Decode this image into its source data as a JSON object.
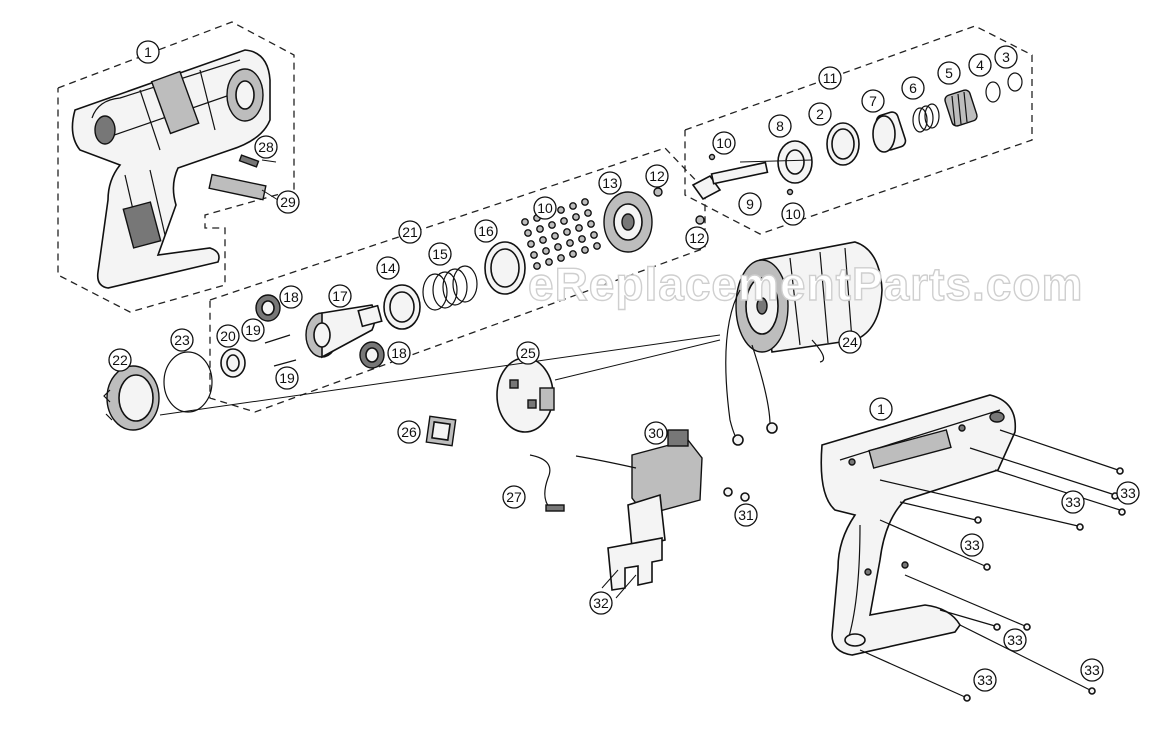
{
  "watermark": "eReplacementParts.com",
  "callouts": {
    "c1a": "1",
    "c1b": "1",
    "c2": "2",
    "c3": "3",
    "c4": "4",
    "c5": "5",
    "c6": "6",
    "c7": "7",
    "c8": "8",
    "c9": "9",
    "c10a": "10",
    "c10b": "10",
    "c10c": "10",
    "c11": "11",
    "c12a": "12",
    "c12b": "12",
    "c13": "13",
    "c14": "14",
    "c15": "15",
    "c16": "16",
    "c17": "17",
    "c18a": "18",
    "c18b": "18",
    "c19a": "19",
    "c19b": "19",
    "c20": "20",
    "c21": "21",
    "c22": "22",
    "c23": "23",
    "c24": "24",
    "c25": "25",
    "c26": "26",
    "c27": "27",
    "c28": "28",
    "c29": "29",
    "c30": "30",
    "c31": "31",
    "c32": "32",
    "c33a": "33",
    "c33b": "33",
    "c33c": "33",
    "c33d": "33",
    "c33e": "33",
    "c33f": "33"
  }
}
